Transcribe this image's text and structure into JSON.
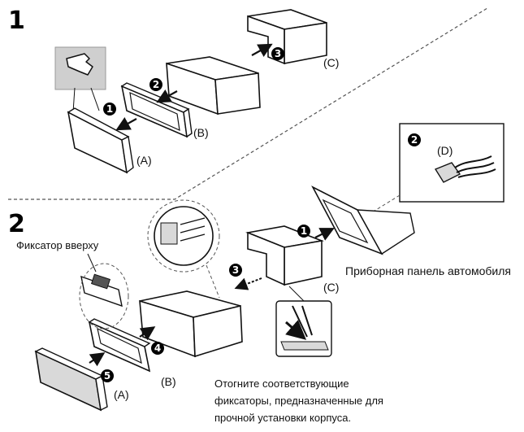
{
  "sections": {
    "one": "1",
    "two": "2"
  },
  "badges": {
    "s1": [
      "1",
      "2",
      "3"
    ],
    "s2": [
      "1",
      "2",
      "3",
      "4",
      "5"
    ]
  },
  "parts": {
    "a": "(A)",
    "b": "(B)",
    "c": "(C)",
    "d": "(D)"
  },
  "labels": {
    "latch_top": "Фиксатор вверху",
    "dashboard": "Приборная панель автомобиля",
    "bend_note": [
      "Отогните соответствующие",
      "фиксаторы, предназначенные для",
      "прочной установки корпуса."
    ]
  },
  "colors": {
    "line": "#111111",
    "badge": "#000000",
    "highlight_bg": "#cfcfcf",
    "gray_part": "#d9d9d9",
    "divider": "#555555"
  }
}
